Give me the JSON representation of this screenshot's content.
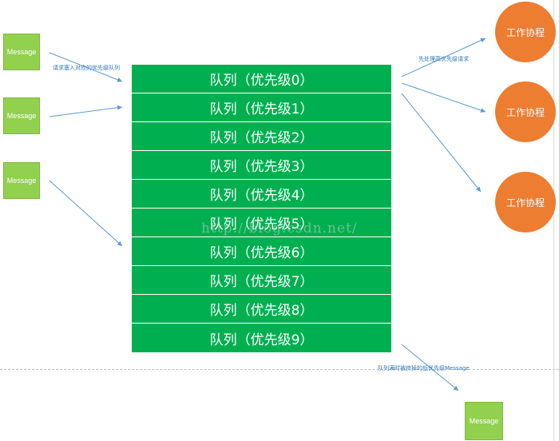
{
  "messages": [
    "Message",
    "Message",
    "Message",
    "Message"
  ],
  "queues": [
    "队列（优先级0）",
    "队列（优先级1）",
    "队列（优先级2）",
    "队列（优先级3）",
    "队列（优先级4）",
    "队列（优先级5）",
    "队列（优先级6）",
    "队列（优先级7）",
    "队列（优先级8）",
    "队列（优先级9）"
  ],
  "workers": [
    "工作协程",
    "工作协程",
    "工作协程"
  ],
  "notes": {
    "enqueue": "请求塞入对应的优先级队列",
    "priority_first": "先处理高优先级请求",
    "evicted": "队列满时被挤掉的低优先级Message"
  },
  "watermark": "http://blog.csdn.net/",
  "colors": {
    "message": "#92d050",
    "queue": "#00b050",
    "worker": "#ed7d31",
    "arrow": "#5b9bd5"
  }
}
